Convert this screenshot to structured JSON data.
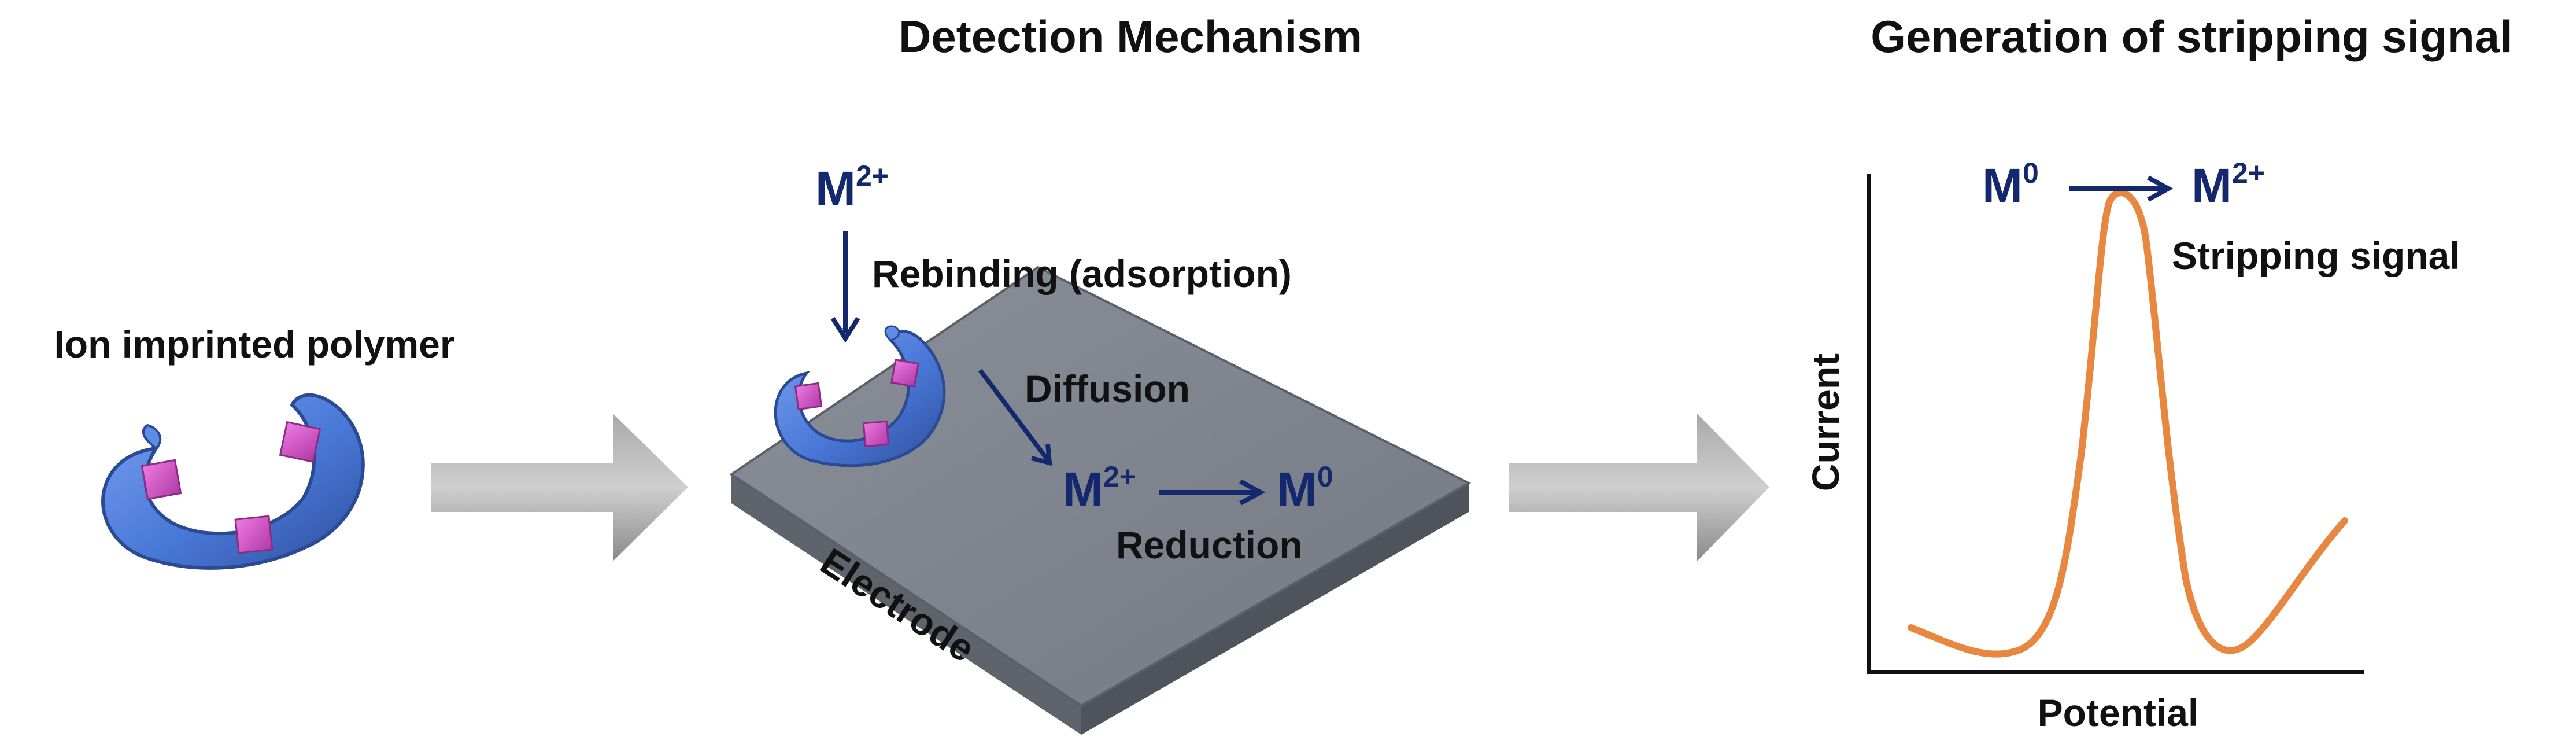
{
  "headings": {
    "detection_mechanism": "Detection Mechanism",
    "stripping_signal": "Generation of stripping signal"
  },
  "polymer": {
    "label": "Ion imprinted polymer"
  },
  "mechanism": {
    "ion_top": "M",
    "ion_top_charge": "2+",
    "rebinding": "Rebinding (adsorption)",
    "diffusion": "Diffusion",
    "ion_left": "M",
    "ion_left_charge": "2+",
    "ion_right": "M",
    "ion_right_charge": "0",
    "reduction": "Reduction",
    "electrode": "Electrode"
  },
  "signal_plot": {
    "ion_left": "M",
    "ion_left_charge": "0",
    "ion_right": "M",
    "ion_right_charge": "2+",
    "peak_label": "Stripping signal",
    "ylabel": "Current",
    "xlabel": "Potential",
    "curve_color": "#e8873f"
  },
  "colors": {
    "polymer": "#4a78d8",
    "binding_site": "#d54fc9",
    "electrode": "#7a7f89",
    "ion_text": "#14286e",
    "process_arrow": "#8c8c8c"
  }
}
